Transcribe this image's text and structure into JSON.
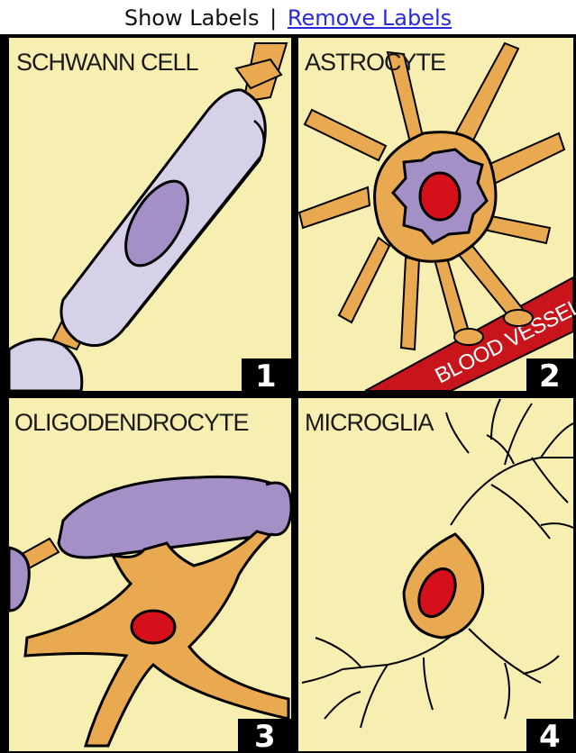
{
  "controls": {
    "show_labels": "Show Labels",
    "separator": "|",
    "remove_labels": "Remove Labels"
  },
  "panels": [
    {
      "title": "SCHWANN CELL",
      "number": "1"
    },
    {
      "title": "ASTROCYTE",
      "number": "2",
      "extra_label": "BLOOD VESSEL"
    },
    {
      "title": "OLIGODENDROCYTE",
      "number": "3"
    },
    {
      "title": "MICROGLIA",
      "number": "4"
    }
  ],
  "colors": {
    "background": "#f7eeb1",
    "border": "#000000",
    "myelin_lavender": "#d6d0e8",
    "nucleus_purple": "#a48fc6",
    "cell_orange": "#e9a951",
    "nucleus_red": "#d6101a",
    "vessel_red": "#c8151b"
  }
}
